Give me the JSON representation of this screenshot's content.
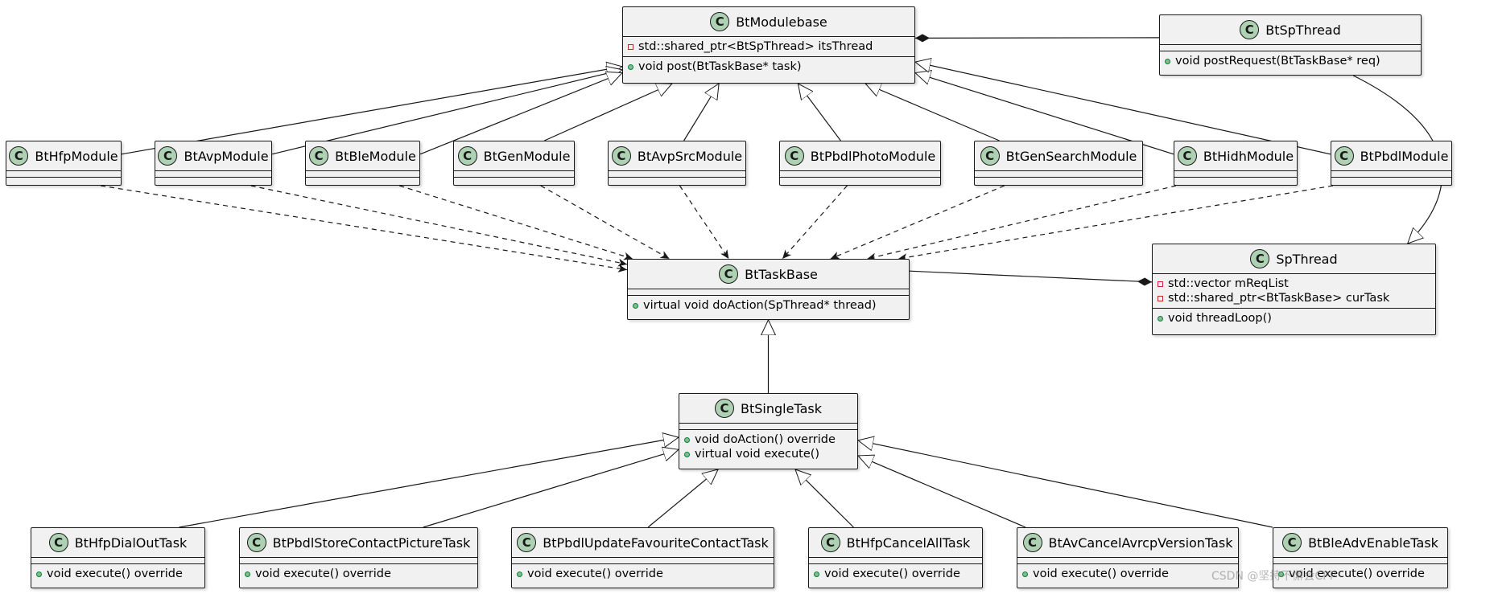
{
  "colors": {
    "badge_fill": "#add1b2",
    "box_fill": "#f1f1f1",
    "line": "#181818",
    "public_marker": "#84be84",
    "private_marker": "#c82930"
  },
  "classes": {
    "modulebase": {
      "name": "BtModulebase",
      "attrs": [
        {
          "vis": "private",
          "text": "std::shared_ptr<BtSpThread> itsThread"
        }
      ],
      "methods": [
        {
          "vis": "public",
          "text": "void post(BtTaskBase* task)"
        }
      ]
    },
    "spthread_bt": {
      "name": "BtSpThread",
      "attrs": [],
      "methods": [
        {
          "vis": "public",
          "text": "void postRequest(BtTaskBase* req)"
        }
      ]
    },
    "hfp": {
      "name": "BtHfpModule",
      "attrs": [],
      "methods": []
    },
    "avp": {
      "name": "BtAvpModule",
      "attrs": [],
      "methods": []
    },
    "ble": {
      "name": "BtBleModule",
      "attrs": [],
      "methods": []
    },
    "gen": {
      "name": "BtGenModule",
      "attrs": [],
      "methods": []
    },
    "avpsrc": {
      "name": "BtAvpSrcModule",
      "attrs": [],
      "methods": []
    },
    "pbdlphoto": {
      "name": "BtPbdlPhotoModule",
      "attrs": [],
      "methods": []
    },
    "gensearch": {
      "name": "BtGenSearchModule",
      "attrs": [],
      "methods": []
    },
    "hidh": {
      "name": "BtHidhModule",
      "attrs": [],
      "methods": []
    },
    "pbdl": {
      "name": "BtPbdlModule",
      "attrs": [],
      "methods": []
    },
    "taskbase": {
      "name": "BtTaskBase",
      "attrs": [],
      "methods": [
        {
          "vis": "public",
          "text": "virtual void doAction(SpThread* thread)"
        }
      ]
    },
    "spthread": {
      "name": "SpThread",
      "attrs": [
        {
          "vis": "private",
          "text": "std::vector mReqList"
        },
        {
          "vis": "private",
          "text": "std::shared_ptr<BtTaskBase> curTask"
        }
      ],
      "methods": [
        {
          "vis": "public",
          "text": "void threadLoop()"
        }
      ]
    },
    "singletask": {
      "name": "BtSingleTask",
      "attrs": [],
      "methods": [
        {
          "vis": "public",
          "text": "void doAction() override"
        },
        {
          "vis": "public",
          "text": "virtual void execute()"
        }
      ]
    },
    "hfpdial": {
      "name": "BtHfpDialOutTask",
      "attrs": [],
      "methods": [
        {
          "vis": "public",
          "text": "void execute() override"
        }
      ]
    },
    "pbdlstore": {
      "name": "BtPbdlStoreContactPictureTask",
      "attrs": [],
      "methods": [
        {
          "vis": "public",
          "text": "void execute() override"
        }
      ]
    },
    "pbdlupdate": {
      "name": "BtPbdlUpdateFavouriteContactTask",
      "attrs": [],
      "methods": [
        {
          "vis": "public",
          "text": "void execute() override"
        }
      ]
    },
    "hfpcancel": {
      "name": "BtHfpCancelAllTask",
      "attrs": [],
      "methods": [
        {
          "vis": "public",
          "text": "void execute() override"
        }
      ]
    },
    "avcancel": {
      "name": "BtAvCancelAvrcpVersionTask",
      "attrs": [],
      "methods": [
        {
          "vis": "public",
          "text": "void execute() override"
        }
      ]
    },
    "bleadv": {
      "name": "BtBleAdvEnableTask",
      "attrs": [],
      "methods": [
        {
          "vis": "public",
          "text": "void execute() override"
        }
      ]
    }
  },
  "relations": [
    {
      "from": "hfp",
      "to": "modulebase",
      "kind": "extends"
    },
    {
      "from": "avp",
      "to": "modulebase",
      "kind": "extends"
    },
    {
      "from": "ble",
      "to": "modulebase",
      "kind": "extends"
    },
    {
      "from": "gen",
      "to": "modulebase",
      "kind": "extends"
    },
    {
      "from": "avpsrc",
      "to": "modulebase",
      "kind": "extends"
    },
    {
      "from": "pbdlphoto",
      "to": "modulebase",
      "kind": "extends"
    },
    {
      "from": "gensearch",
      "to": "modulebase",
      "kind": "extends"
    },
    {
      "from": "hidh",
      "to": "modulebase",
      "kind": "extends"
    },
    {
      "from": "pbdl",
      "to": "modulebase",
      "kind": "extends"
    },
    {
      "from": "hfp",
      "to": "taskbase",
      "kind": "uses"
    },
    {
      "from": "avp",
      "to": "taskbase",
      "kind": "uses"
    },
    {
      "from": "ble",
      "to": "taskbase",
      "kind": "uses"
    },
    {
      "from": "gen",
      "to": "taskbase",
      "kind": "uses"
    },
    {
      "from": "avpsrc",
      "to": "taskbase",
      "kind": "uses"
    },
    {
      "from": "pbdlphoto",
      "to": "taskbase",
      "kind": "uses"
    },
    {
      "from": "gensearch",
      "to": "taskbase",
      "kind": "uses"
    },
    {
      "from": "hidh",
      "to": "taskbase",
      "kind": "uses"
    },
    {
      "from": "pbdl",
      "to": "taskbase",
      "kind": "uses"
    },
    {
      "from": "spthread_bt",
      "to": "modulebase",
      "kind": "composition"
    },
    {
      "from": "spthread_bt",
      "to": "spthread",
      "kind": "extends"
    },
    {
      "from": "taskbase",
      "to": "spthread",
      "kind": "composition"
    },
    {
      "from": "singletask",
      "to": "taskbase",
      "kind": "extends"
    },
    {
      "from": "hfpdial",
      "to": "singletask",
      "kind": "extends"
    },
    {
      "from": "pbdlstore",
      "to": "singletask",
      "kind": "extends"
    },
    {
      "from": "pbdlupdate",
      "to": "singletask",
      "kind": "extends"
    },
    {
      "from": "hfpcancel",
      "to": "singletask",
      "kind": "extends"
    },
    {
      "from": "avcancel",
      "to": "singletask",
      "kind": "extends"
    },
    {
      "from": "bleadv",
      "to": "singletask",
      "kind": "extends"
    }
  ],
  "watermark": "CSDN @坚持不懈会CPP"
}
